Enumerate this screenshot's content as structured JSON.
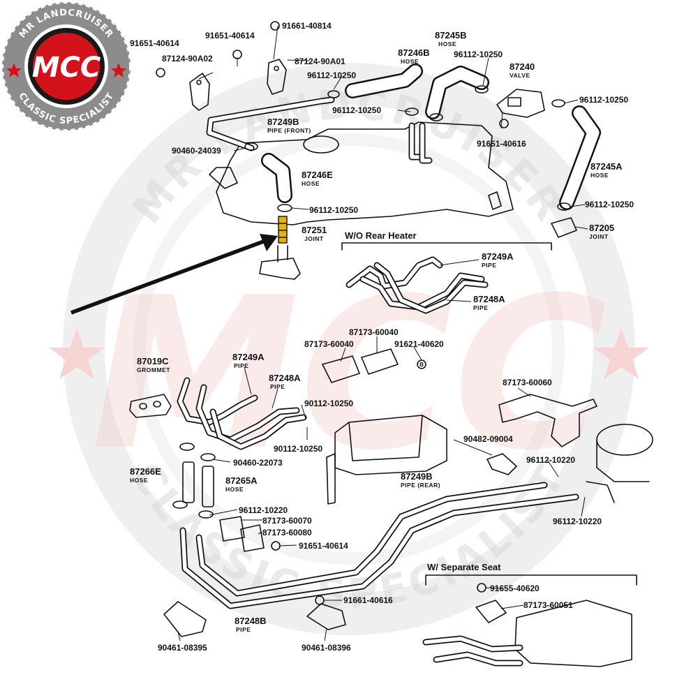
{
  "logo": {
    "top_text": "MR LANDCRUISER",
    "bottom_text": "CLASSIC SPECIALIST",
    "mark": "MCC",
    "brand_red": "#d4121c",
    "ring_gray": "#8c8c8c"
  },
  "watermark": {
    "top_text": "MR LANDCRUISER",
    "bottom_text": "CLASSIC SPECIALIST",
    "mark": "MCC"
  },
  "callouts": {
    "p91651_40614_a": "91651-40614",
    "p87124_90a02": "87124-90A02",
    "p91651_40614_b": "91651-40614",
    "p91661_40814": "91661-40814",
    "p87124_90a01": "87124-90A01",
    "p96112_10250_a": "96112-10250",
    "p87245b": "87245B",
    "p87245b_desc": "HOSE",
    "p87246b": "87246B",
    "p87246b_desc": "HOSE",
    "p96112_10250_b": "96112-10250",
    "p87240": "87240",
    "p87240_desc": "VALVE",
    "p96112_10250_c": "96112-10250",
    "p96112_10250_d": "96112-10250",
    "p87249b_front": "87249B",
    "p87249b_front_desc": "PIPE  (FRONT)",
    "p91651_40616": "91651-40616",
    "p90460_24039": "90460-24039",
    "p87246e": "87246E",
    "p87246e_desc": "HOSE",
    "p87245a": "87245A",
    "p87245a_desc": "HOSE",
    "p96112_10250_e": "96112-10250",
    "p96112_10250_f": "96112-10250",
    "p87251": "87251",
    "p87251_desc": "JOINT",
    "p87205": "87205",
    "p87205_desc": "JOINT",
    "section_wo_rear": "W/O  Rear Heater",
    "p87249a_top": "87249A",
    "p87249a_top_desc": "PIPE",
    "p87248a_top": "87248A",
    "p87248a_top_desc": "PIPE",
    "p87173_60040_a": "87173-60040",
    "p87173_60040_b": "87173-60040",
    "p91621_40620": "91621-40620",
    "p87019c": "87019C",
    "p87019c_desc": "GROMMET",
    "p87249a_left": "87249A",
    "p87249a_left_desc": "PIPE",
    "p87248a_left": "87248A",
    "p87248a_left_desc": "PIPE",
    "p90112_10250_a": "90112-10250",
    "p87173_60060": "87173-60060",
    "p90482_09004": "90482-09004",
    "p90112_10250_b": "90112-10250",
    "p90460_22073": "90460-22073",
    "p87266e": "87266E",
    "p87266e_desc": "HOSE",
    "p87265a": "87265A",
    "p87265a_desc": "HOSE",
    "p96112_10220_a": "96112-10220",
    "p87249b_rear": "87249B",
    "p87249b_rear_desc": "PIPE (REAR)",
    "p96112_10220_b": "96112-10220",
    "p96112_10220_c": "96112-10220",
    "p87173_60070": "87173-60070",
    "p87173_60080": "87173-60080",
    "p91651_40614_c": "91651-40614",
    "section_separate_seat": "W/ Separate Seat",
    "p91655_40620": "91655-40620",
    "p87173_60051": "87173-60051",
    "p91661_40616": "91661-40616",
    "p87248b": "87248B",
    "p87248b_desc": "PIPE",
    "p90461_08395": "90461-08395",
    "p90461_08396": "90461-08396"
  },
  "highlight": {
    "part": "87251",
    "color": "#e8b400"
  }
}
